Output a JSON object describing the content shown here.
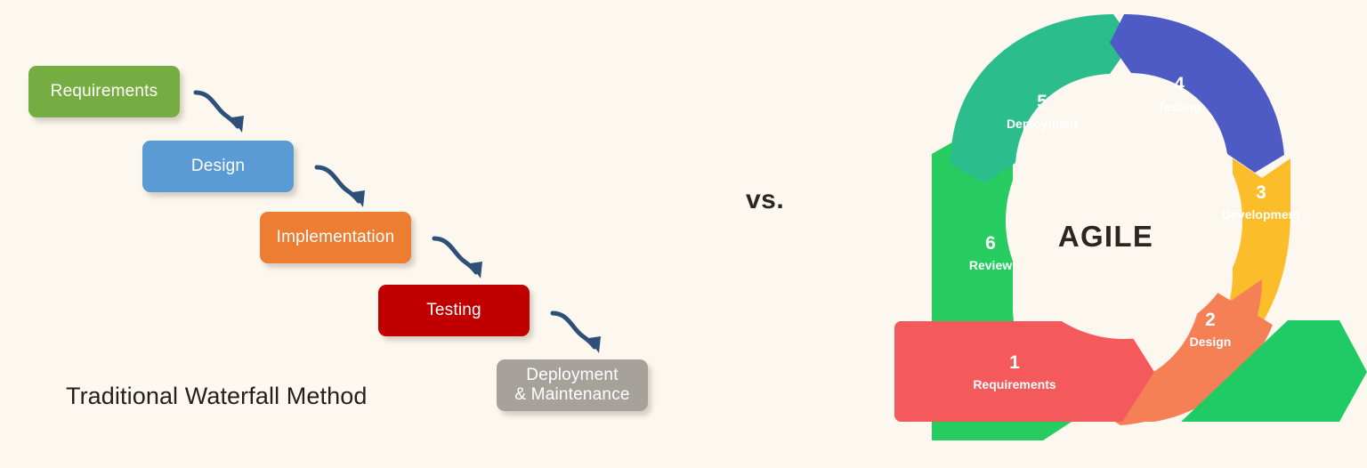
{
  "background_color": "#FDF8EF",
  "comparison": {
    "vs_label": "vs."
  },
  "waterfall": {
    "title": "Traditional Waterfall Method",
    "arrow_color": "#2E5077",
    "steps": [
      {
        "label": "Requirements",
        "color": "#76AD42"
      },
      {
        "label": "Design",
        "color": "#5B9BD5"
      },
      {
        "label": "Implementation",
        "color": "#ED7D31"
      },
      {
        "label": "Testing",
        "color": "#C00000"
      },
      {
        "label": "Deployment\n& Maintenance",
        "color": "#A6A29B"
      }
    ]
  },
  "agile": {
    "center_label": "AGILE",
    "center_color": "#FDF8EF",
    "segments": [
      {
        "number": "1",
        "name": "Requirements",
        "color": "#F4595B"
      },
      {
        "number": "2",
        "name": "Design",
        "color": "#F58056"
      },
      {
        "number": "3",
        "name": "Development",
        "color": "#FBBE2A"
      },
      {
        "number": "4",
        "name": "Testing",
        "color": "#4E5BC4"
      },
      {
        "number": "5",
        "name": "Deployment",
        "color": "#2BBD8C"
      },
      {
        "number": "6",
        "name": "Review",
        "color": "#26CC5F"
      }
    ],
    "tail_arrow_color": "#20CB65"
  }
}
